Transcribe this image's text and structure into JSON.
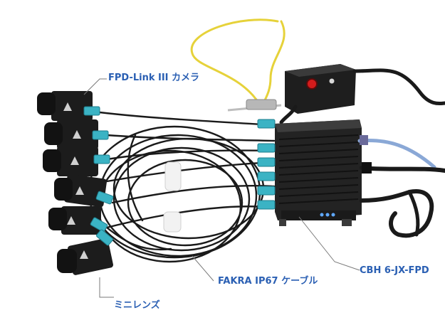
{
  "labels": {
    "camera": "FPD-Link III カメラ",
    "cable": "FAKRA IP67 ケーブル",
    "controller": "CBH 6-JX-FPD",
    "lens": "ミニレンズ"
  },
  "colors": {
    "label_text": "#2a5fb3",
    "leader_line": "#7a7a7a",
    "fakra_connector": "#3bb3c4",
    "cable": "#1a1a1a",
    "yellow_wire": "#e6d23a",
    "status_led": "#d41c1c",
    "box_body": "#2a2a2a",
    "ethernet_cable": "#8aa8d6"
  },
  "icons": {
    "camera_logo": "triangle-logo-icon",
    "power_button": "red-button-icon",
    "status_leds": "blue-led-icon"
  }
}
